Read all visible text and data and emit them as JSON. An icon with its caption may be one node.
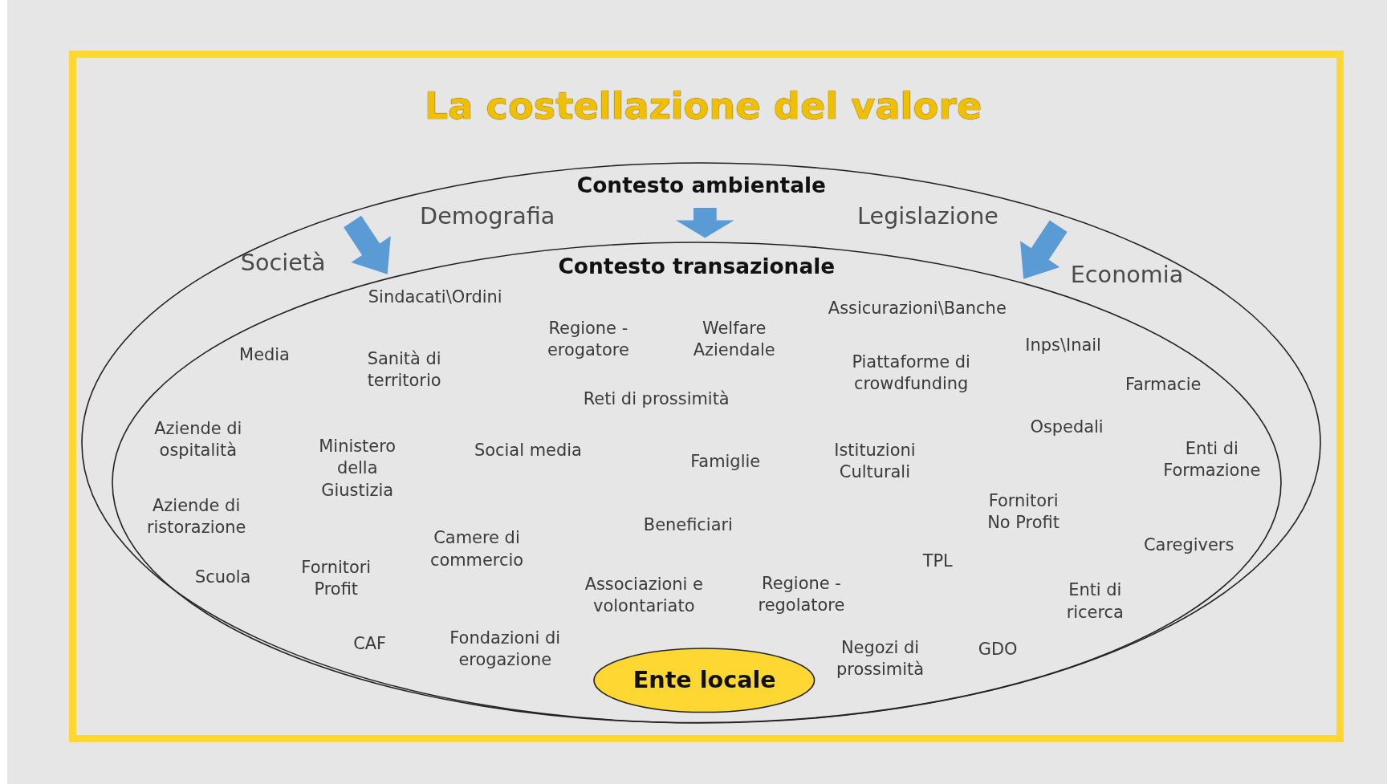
{
  "diagram": {
    "title": "La costellazione del valore",
    "nodes": [
      {
        "text": [
          "Contesto ambientale"
        ]
      },
      {
        "text": [
          "Contesto transazionale"
        ],
        "in": 0
      },
      {
        "text": [
          "Ente locale"
        ],
        "in": 1
      }
    ],
    "edges": [
      {
        "from": null,
        "to": 1,
        "arrow": "to",
        "style": "thick",
        "color": "#5b9bd5"
      },
      {
        "from": null,
        "to": 1,
        "arrow": "to",
        "style": "thick",
        "color": "#5b9bd5"
      },
      {
        "from": null,
        "to": 1,
        "arrow": "to",
        "style": "thick",
        "color": "#5b9bd5"
      }
    ],
    "labels": [
      "Demografia",
      "Legislazione",
      "Società",
      "Economia",
      "Sindacati\\Ordini",
      "Assicurazioni\\Banche",
      "Regione - erogatore",
      "Welfare Aziendale",
      "Inps\\Inail",
      "Media",
      "Sanità di territorio",
      "Piattaforme di crowdfunding",
      "Farmacie",
      "Reti di prossimità",
      "Ospedali",
      "Aziende di ospitalità",
      "Ministero della Giustizia",
      "Social media",
      "Famiglie",
      "Istituzioni Culturali",
      "Enti di Formazione",
      "Aziende di ristorazione",
      "Fornitori No Profit",
      "Beneficiari",
      "Camere di commercio",
      "Caregivers",
      "TPL",
      "Scuola",
      "Fornitori Profit",
      "Associazioni e volontariato",
      "Regione - regolatore",
      "Enti di ricerca",
      "CAF",
      "Fondazioni di erogazione",
      "Negozi di prossimità",
      "GDO"
    ]
  }
}
